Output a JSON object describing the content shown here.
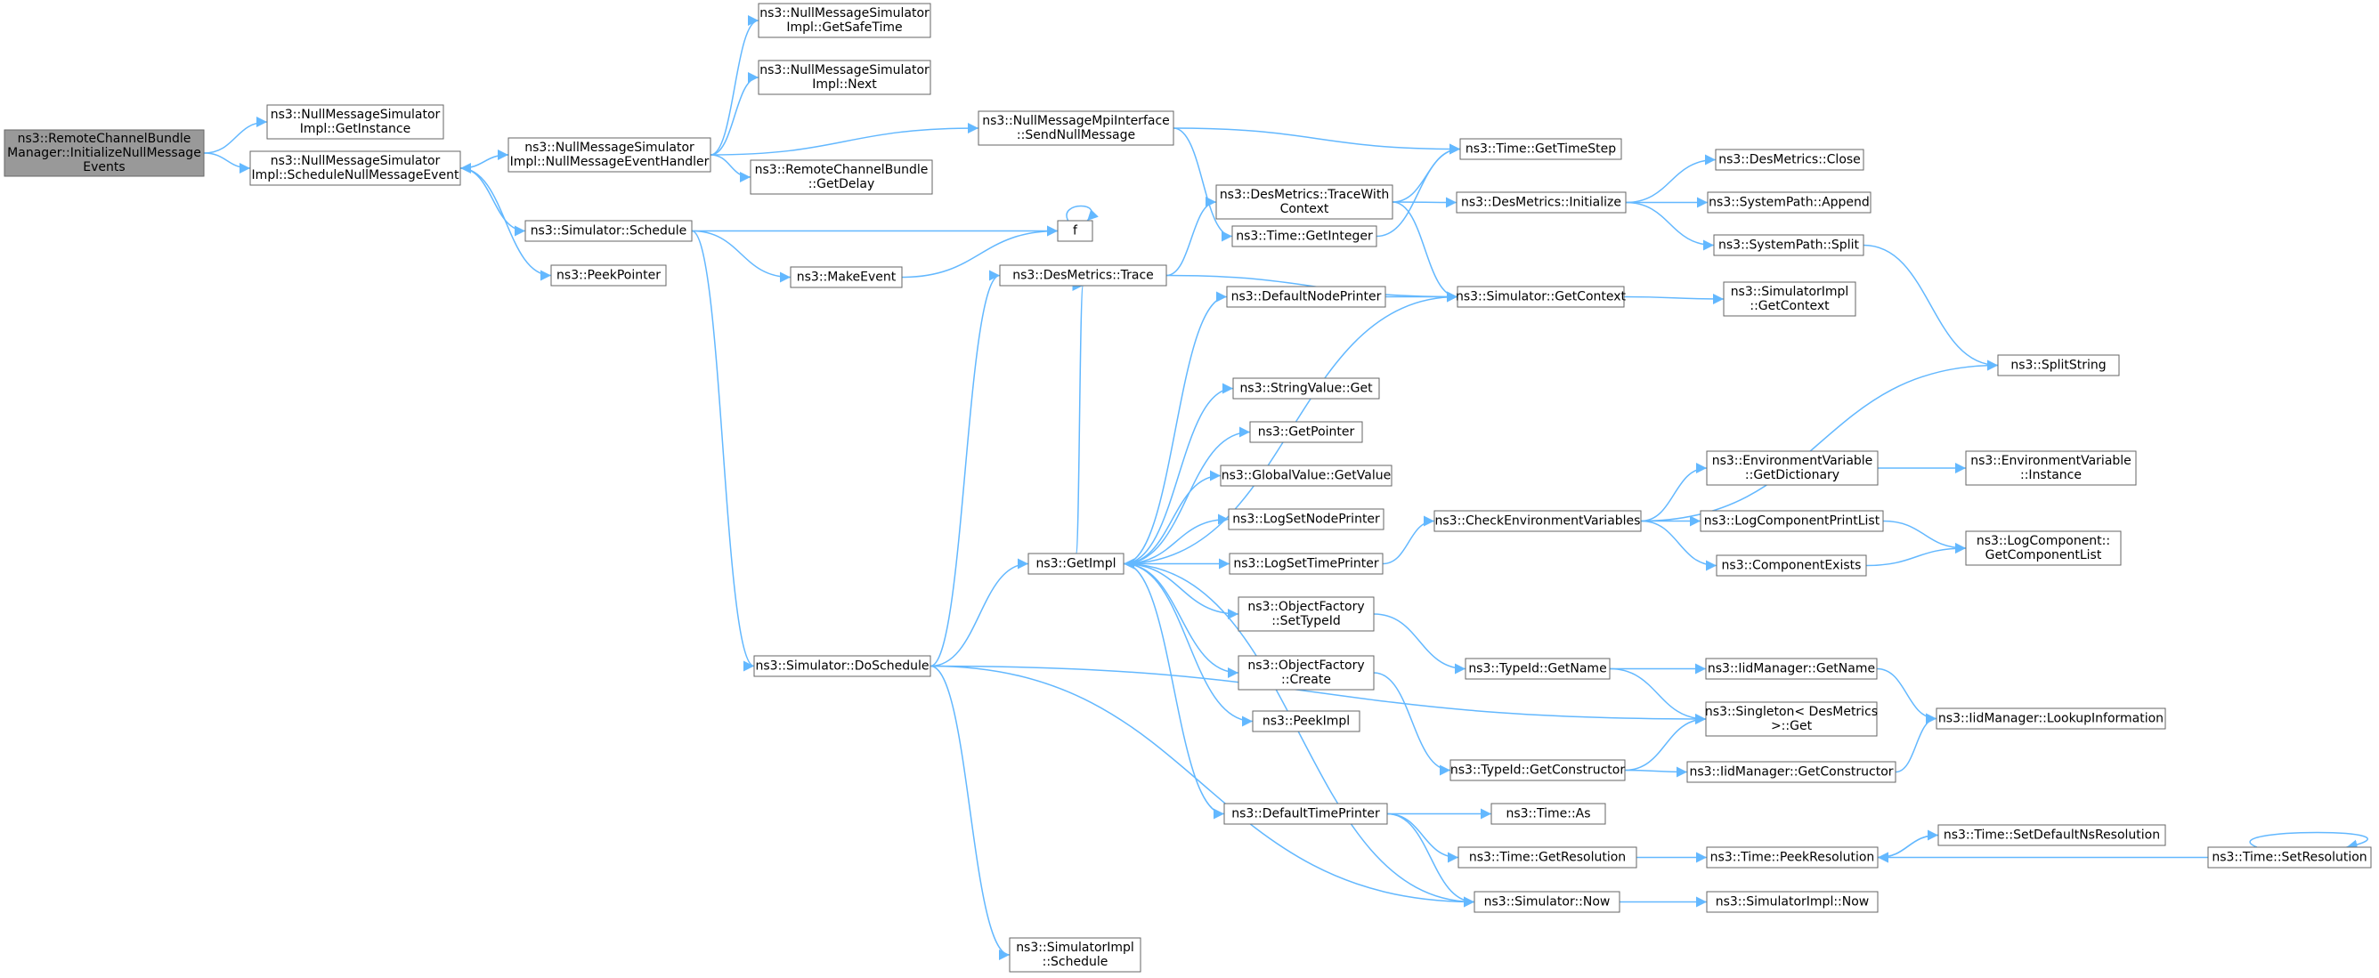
{
  "graph": {
    "nodes": [
      {
        "id": "root",
        "lines": [
          "ns3::RemoteChannelBundle",
          "Manager::InitializeNullMessage",
          "Events"
        ],
        "highlight": true
      },
      {
        "id": "getinstance",
        "lines": [
          "ns3::NullMessageSimulator",
          "Impl::GetInstance"
        ]
      },
      {
        "id": "schednull",
        "lines": [
          "ns3::NullMessageSimulator",
          "Impl::ScheduleNullMessageEvent"
        ]
      },
      {
        "id": "nmehandler",
        "lines": [
          "ns3::NullMessageSimulator",
          "Impl::NullMessageEventHandler"
        ]
      },
      {
        "id": "getsafetime",
        "lines": [
          "ns3::NullMessageSimulator",
          "Impl::GetSafeTime"
        ]
      },
      {
        "id": "next",
        "lines": [
          "ns3::NullMessageSimulator",
          "Impl::Next"
        ]
      },
      {
        "id": "sendnull",
        "lines": [
          "ns3::NullMessageMpiInterface",
          "::SendNullMessage"
        ]
      },
      {
        "id": "getdelay",
        "lines": [
          "ns3::RemoteChannelBundle",
          "::GetDelay"
        ]
      },
      {
        "id": "simschedule",
        "lines": [
          "ns3::Simulator::Schedule"
        ]
      },
      {
        "id": "peekpointer",
        "lines": [
          "ns3::PeekPointer"
        ]
      },
      {
        "id": "makeevent",
        "lines": [
          "ns3::MakeEvent"
        ]
      },
      {
        "id": "f",
        "lines": [
          "f"
        ]
      },
      {
        "id": "timegetinteger",
        "lines": [
          "ns3::Time::GetInteger"
        ]
      },
      {
        "id": "timegettimestep",
        "lines": [
          "ns3::Time::GetTimeStep"
        ]
      },
      {
        "id": "dmtracewith",
        "lines": [
          "ns3::DesMetrics::TraceWith",
          "Context"
        ]
      },
      {
        "id": "dmtrace",
        "lines": [
          "ns3::DesMetrics::Trace"
        ]
      },
      {
        "id": "dminit",
        "lines": [
          "ns3::DesMetrics::Initialize"
        ]
      },
      {
        "id": "dmclose",
        "lines": [
          "ns3::DesMetrics::Close"
        ]
      },
      {
        "id": "spappend",
        "lines": [
          "ns3::SystemPath::Append"
        ]
      },
      {
        "id": "spsplit",
        "lines": [
          "ns3::SystemPath::Split"
        ]
      },
      {
        "id": "simgetcontext",
        "lines": [
          "ns3::Simulator::GetContext"
        ]
      },
      {
        "id": "simimplgetcontext",
        "lines": [
          "ns3::SimulatorImpl",
          "::GetContext"
        ]
      },
      {
        "id": "defnodeprinter",
        "lines": [
          "ns3::DefaultNodePrinter"
        ]
      },
      {
        "id": "splitstring",
        "lines": [
          "ns3::SplitString"
        ]
      },
      {
        "id": "stringvalueget",
        "lines": [
          "ns3::StringValue::Get"
        ]
      },
      {
        "id": "getpointer",
        "lines": [
          "ns3::GetPointer"
        ]
      },
      {
        "id": "globalvalueget",
        "lines": [
          "ns3::GlobalValue::GetValue"
        ]
      },
      {
        "id": "logsetnodeprinter",
        "lines": [
          "ns3::LogSetNodePrinter"
        ]
      },
      {
        "id": "logsettimeprinter",
        "lines": [
          "ns3::LogSetTimePrinter"
        ]
      },
      {
        "id": "getimpl",
        "lines": [
          "ns3::GetImpl"
        ]
      },
      {
        "id": "checkenv",
        "lines": [
          "ns3::CheckEnvironmentVariables"
        ]
      },
      {
        "id": "envgetdict",
        "lines": [
          "ns3::EnvironmentVariable",
          "::GetDictionary"
        ]
      },
      {
        "id": "envinstance",
        "lines": [
          "ns3::EnvironmentVariable",
          "::Instance"
        ]
      },
      {
        "id": "logcompprintlist",
        "lines": [
          "ns3::LogComponentPrintList"
        ]
      },
      {
        "id": "logcompgetlist",
        "lines": [
          "ns3::LogComponent::",
          "GetComponentList"
        ]
      },
      {
        "id": "compexists",
        "lines": [
          "ns3::ComponentExists"
        ]
      },
      {
        "id": "ofsettypeid",
        "lines": [
          "ns3::ObjectFactory",
          "::SetTypeId"
        ]
      },
      {
        "id": "ofcreate",
        "lines": [
          "ns3::ObjectFactory",
          "::Create"
        ]
      },
      {
        "id": "simdoschedule",
        "lines": [
          "ns3::Simulator::DoSchedule"
        ]
      },
      {
        "id": "typeidgetname",
        "lines": [
          "ns3::TypeId::GetName"
        ]
      },
      {
        "id": "iidgetname",
        "lines": [
          "ns3::IidManager::GetName"
        ]
      },
      {
        "id": "singletonget",
        "lines": [
          "ns3::Singleton< DesMetrics",
          " >::Get"
        ]
      },
      {
        "id": "iidlookup",
        "lines": [
          "ns3::IidManager::LookupInformation"
        ]
      },
      {
        "id": "peekimpl",
        "lines": [
          "ns3::PeekImpl"
        ]
      },
      {
        "id": "typeidgetctor",
        "lines": [
          "ns3::TypeId::GetConstructor"
        ]
      },
      {
        "id": "iidgetctor",
        "lines": [
          "ns3::IidManager::GetConstructor"
        ]
      },
      {
        "id": "deftimeprinter",
        "lines": [
          "ns3::DefaultTimePrinter"
        ]
      },
      {
        "id": "timeas",
        "lines": [
          "ns3::Time::As"
        ]
      },
      {
        "id": "timegetres",
        "lines": [
          "ns3::Time::GetResolution"
        ]
      },
      {
        "id": "timepeekres",
        "lines": [
          "ns3::Time::PeekResolution"
        ]
      },
      {
        "id": "timesetdefns",
        "lines": [
          "ns3::Time::SetDefaultNsResolution"
        ]
      },
      {
        "id": "timesetres",
        "lines": [
          "ns3::Time::SetResolution"
        ]
      },
      {
        "id": "simnow",
        "lines": [
          "ns3::Simulator::Now"
        ]
      },
      {
        "id": "simimplnow",
        "lines": [
          "ns3::SimulatorImpl::Now"
        ]
      },
      {
        "id": "simimplschedule",
        "lines": [
          "ns3::SimulatorImpl",
          "::Schedule"
        ]
      }
    ],
    "edges": [
      [
        "root",
        "getinstance"
      ],
      [
        "root",
        "schednull"
      ],
      [
        "schednull",
        "nmehandler"
      ],
      [
        "nmehandler",
        "schednull"
      ],
      [
        "schednull",
        "simschedule"
      ],
      [
        "schednull",
        "peekpointer"
      ],
      [
        "nmehandler",
        "getsafetime"
      ],
      [
        "nmehandler",
        "next"
      ],
      [
        "nmehandler",
        "sendnull"
      ],
      [
        "nmehandler",
        "getdelay"
      ],
      [
        "sendnull",
        "timegettimestep"
      ],
      [
        "sendnull",
        "timegetinteger"
      ],
      [
        "timegetinteger",
        "timegettimestep"
      ],
      [
        "simschedule",
        "f"
      ],
      [
        "simschedule",
        "makeevent"
      ],
      [
        "simschedule",
        "simdoschedule"
      ],
      [
        "makeevent",
        "f"
      ],
      [
        "f",
        "f"
      ],
      [
        "dmtrace",
        "dmtracewith"
      ],
      [
        "dmtrace",
        "simgetcontext"
      ],
      [
        "dmtracewith",
        "timegettimestep"
      ],
      [
        "dmtracewith",
        "dminit"
      ],
      [
        "dmtracewith",
        "simgetcontext"
      ],
      [
        "dminit",
        "dmclose"
      ],
      [
        "dminit",
        "spappend"
      ],
      [
        "dminit",
        "spsplit"
      ],
      [
        "spsplit",
        "splitstring"
      ],
      [
        "simgetcontext",
        "simimplgetcontext"
      ],
      [
        "simgetcontext",
        "getimpl"
      ],
      [
        "defnodeprinter",
        "simgetcontext"
      ],
      [
        "getimpl",
        "defnodeprinter"
      ],
      [
        "getimpl",
        "stringvalueget"
      ],
      [
        "getimpl",
        "getpointer"
      ],
      [
        "getimpl",
        "globalvalueget"
      ],
      [
        "getimpl",
        "logsetnodeprinter"
      ],
      [
        "getimpl",
        "logsettimeprinter"
      ],
      [
        "getimpl",
        "ofsettypeid"
      ],
      [
        "getimpl",
        "ofcreate"
      ],
      [
        "getimpl",
        "peekimpl"
      ],
      [
        "getimpl",
        "deftimeprinter"
      ],
      [
        "getimpl",
        "dmtrace"
      ],
      [
        "logsettimeprinter",
        "checkenv"
      ],
      [
        "checkenv",
        "splitstring"
      ],
      [
        "checkenv",
        "envgetdict"
      ],
      [
        "checkenv",
        "logcompprintlist"
      ],
      [
        "checkenv",
        "compexists"
      ],
      [
        "envgetdict",
        "envinstance"
      ],
      [
        "logcompprintlist",
        "logcompgetlist"
      ],
      [
        "compexists",
        "logcompgetlist"
      ],
      [
        "ofsettypeid",
        "typeidgetname"
      ],
      [
        "ofcreate",
        "typeidgetctor"
      ],
      [
        "typeidgetname",
        "iidgetname"
      ],
      [
        "typeidgetname",
        "singletonget"
      ],
      [
        "iidgetname",
        "iidlookup"
      ],
      [
        "typeidgetctor",
        "singletonget"
      ],
      [
        "typeidgetctor",
        "iidgetctor"
      ],
      [
        "iidgetctor",
        "iidlookup"
      ],
      [
        "simdoschedule",
        "getimpl"
      ],
      [
        "simdoschedule",
        "dmtrace"
      ],
      [
        "simdoschedule",
        "singletonget"
      ],
      [
        "simdoschedule",
        "simnow"
      ],
      [
        "simdoschedule",
        "simimplschedule"
      ],
      [
        "deftimeprinter",
        "timeas"
      ],
      [
        "deftimeprinter",
        "timegetres"
      ],
      [
        "deftimeprinter",
        "simnow"
      ],
      [
        "timegetres",
        "timepeekres"
      ],
      [
        "timesetdefns",
        "timepeekres"
      ],
      [
        "timesetres",
        "timepeekres"
      ],
      [
        "timesetres",
        "timesetres"
      ],
      [
        "timepeekres",
        "timesetdefns"
      ],
      [
        "simnow",
        "getimpl"
      ],
      [
        "simnow",
        "simimplnow"
      ]
    ]
  }
}
